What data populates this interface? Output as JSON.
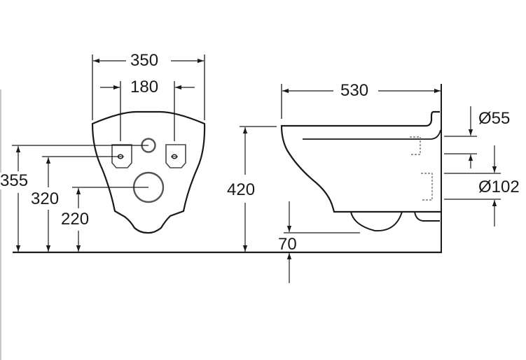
{
  "diagram": {
    "type": "technical-dimension-drawing",
    "subject": "wall-hung toilet",
    "units": "mm",
    "colors": {
      "line": "#1a1a1a",
      "outline": "#222222",
      "hidden": "#777777",
      "border": "#c8c8c8"
    },
    "views": {
      "rear": {
        "name": "rear view",
        "dimensions": {
          "overall_width": "350",
          "fixing_centres": "180",
          "fixing_height_top": "355",
          "fixing_height": "320",
          "outlet_height": "220"
        }
      },
      "side": {
        "name": "side view",
        "dimensions": {
          "depth": "530",
          "rim_height": "420",
          "inlet_diameter": "Ø55",
          "outlet_diameter": "Ø102",
          "bottom_clearance": "70"
        }
      }
    }
  }
}
